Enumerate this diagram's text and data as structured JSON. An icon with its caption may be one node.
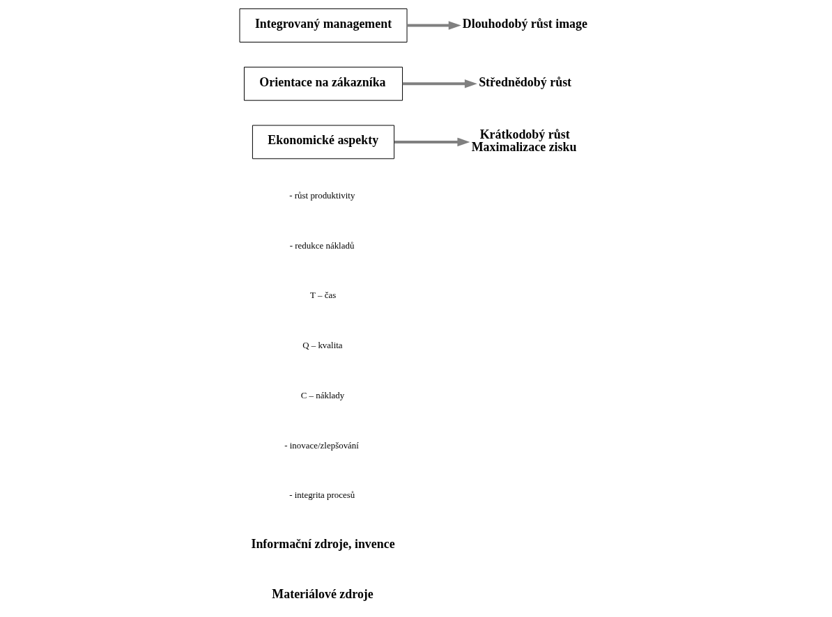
{
  "diagram": {
    "nodes": [
      {
        "text": [
          "Ekonomické aspekty"
        ]
      },
      {
        "text": [
          "Orientace na zákazníka"
        ]
      },
      {
        "text": [
          "Integrovaný management"
        ]
      },
      {
        "text": [
          "Krátkodobý růst",
          "Maximalizace zisku"
        ]
      },
      {
        "text": [
          "Střednědobý růst"
        ]
      },
      {
        "text": [
          "Dlouhodobý růst image"
        ]
      }
    ],
    "edges": [
      {
        "from": 0,
        "to": 3,
        "arrow": "to"
      },
      {
        "from": 1,
        "to": 4,
        "arrow": "to"
      },
      {
        "from": 2,
        "to": 5,
        "arrow": "to"
      }
    ],
    "labels": [
      "Materiálové zdroje",
      "Informační zdroje, invence",
      "- integrita procesů",
      "- inovace/zlepšování",
      "C – náklady",
      "Q – kvalita",
      "T – čas",
      "- redukce nákladů",
      "- růst produktivity"
    ]
  }
}
